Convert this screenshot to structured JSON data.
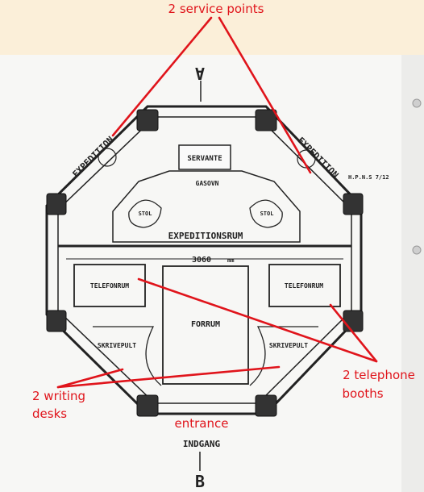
{
  "annotations": {
    "service_points": "2 service points",
    "telephone_line1": "2 telephone",
    "telephone_line2": "booths",
    "writing_line1": "2 writing",
    "writing_line2": "desks",
    "entrance": "entrance"
  },
  "plan_labels": {
    "section_top": "A",
    "section_bottom": "B",
    "expedition_left": "EXPEDITION",
    "expedition_right": "EXPEDITION",
    "servante": "SERVANTE",
    "gasovn": "GASOVN",
    "stol_left": "STOL",
    "stol_right": "STOL",
    "expeditionsrum": "EXPEDITIONSRUM",
    "dimension": "3060",
    "dimension_unit": "mm",
    "telefonrum_left": "TELEFONRUM",
    "telefonrum_right": "TELEFONRUM",
    "forrum": "FORRUM",
    "skrivepult_left": "SKRIVEPULT",
    "skrivepult_right": "SKRIVEPULT",
    "indgang": "INDGANG",
    "sheet_note": "H.P.N.S 7/12"
  },
  "colors": {
    "annotation": "#e0141b",
    "paper": "#f7f7f5",
    "background": "#fbefd9",
    "ink": "#222222"
  }
}
